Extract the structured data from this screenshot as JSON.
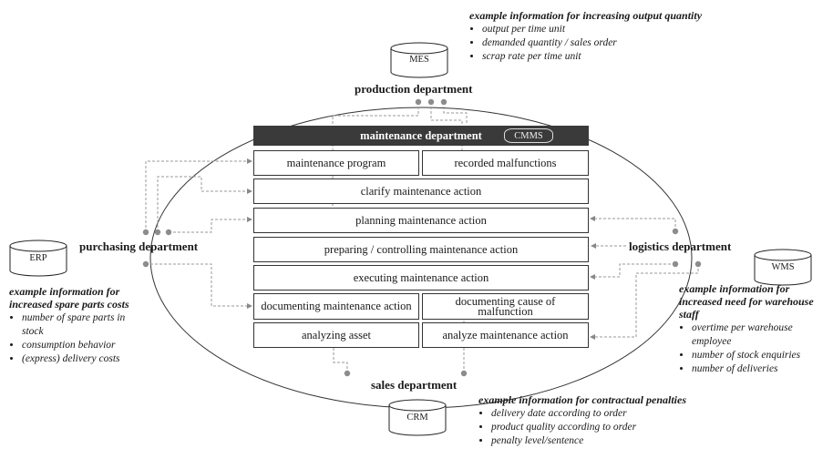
{
  "maintenance": {
    "title": "maintenance department",
    "system": "CMMS",
    "program": "maintenance program",
    "malfunctions": "recorded malfunctions",
    "clarify": "clarify maintenance action",
    "planning": "planning maintenance action",
    "preparing": "preparing / controlling maintenance action",
    "executing": "executing maintenance action",
    "documenting_action": "documenting maintenance action",
    "documenting_cause": "documenting cause of malfunction",
    "analyzing_asset": "analyzing asset",
    "analyze_action": "analyze maintenance action"
  },
  "production": {
    "label": "production department",
    "system": "MES",
    "info_title": "example information for increasing output quantity",
    "items": [
      "output per time unit",
      "demanded quantity / sales order",
      "scrap rate per time unit"
    ]
  },
  "purchasing": {
    "label": "purchasing department",
    "system": "ERP",
    "info_title": "example information for increased spare parts costs",
    "items": [
      "number of spare parts in stock",
      "consumption behavior",
      "(express) delivery costs"
    ]
  },
  "logistics": {
    "label": "logistics department",
    "system": "WMS",
    "info_title": "example information for increased need for warehouse staff",
    "items": [
      "overtime per warehouse employee",
      "number of stock enquiries",
      "number of deliveries"
    ]
  },
  "sales": {
    "label": "sales department",
    "system": "CRM",
    "info_title": "example information for contractual penalties",
    "items": [
      "delivery date according to order",
      "product quality according to order",
      "penalty level/sentence"
    ]
  },
  "colors": {
    "header_bg": "#3a3a3a",
    "connector": "#999999",
    "dot": "#8c8c8c",
    "line": "#333333"
  }
}
